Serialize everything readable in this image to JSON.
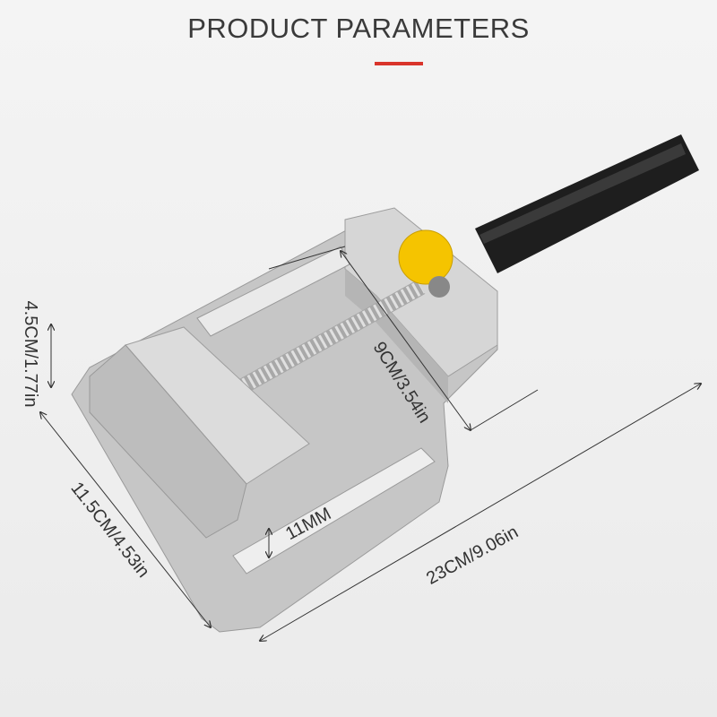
{
  "header": {
    "title": "PRODUCT PARAMETERS",
    "accent_color": "#d9342b"
  },
  "dimensions": {
    "jaw_height": "4.5CM/1.77in",
    "jaw_opening": "9CM/3.54in",
    "base_width": "11.5CM/4.53in",
    "slot_width": "11MM",
    "total_length": "23CM/9.06in"
  },
  "colors": {
    "body": "#c9c9c9",
    "handle": "#1e1e1e",
    "knob": "#f5c400"
  }
}
